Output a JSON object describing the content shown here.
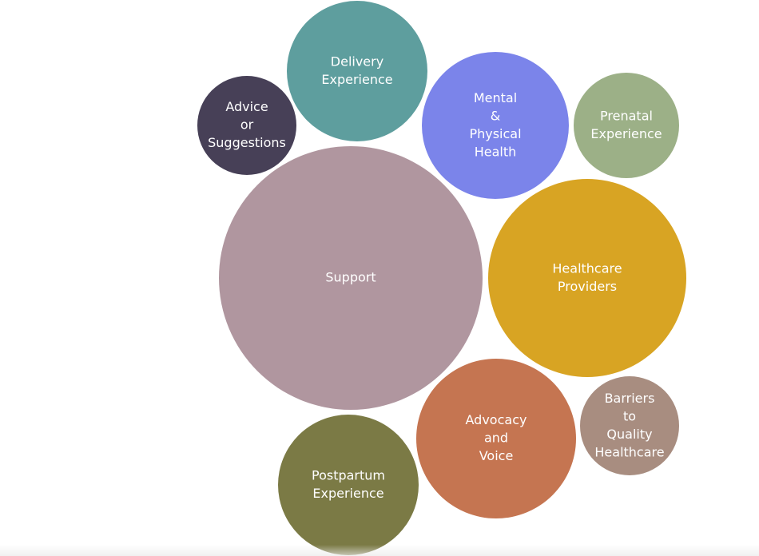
{
  "chart_data": {
    "type": "bubble",
    "title": "",
    "bubbles": [
      {
        "label": "Support",
        "lines": [
          "Support"
        ],
        "color": "#b0969f"
      },
      {
        "label": "Healthcare Providers",
        "lines": [
          "Healthcare",
          "Providers"
        ],
        "color": "#d8a423"
      },
      {
        "label": "Advocacy and Voice",
        "lines": [
          "Advocacy",
          "and",
          "Voice"
        ],
        "color": "#c57551"
      },
      {
        "label": "Delivery Experience",
        "lines": [
          "Delivery",
          "Experience"
        ],
        "color": "#5e9e9e"
      },
      {
        "label": "Mental & Physical Health",
        "lines": [
          "Mental",
          "&",
          "Physical",
          "Health"
        ],
        "color": "#7b84ea"
      },
      {
        "label": "Postpartum Experience",
        "lines": [
          "Postpartum",
          "Experience"
        ],
        "color": "#7b7a45"
      },
      {
        "label": "Prenatal Experience",
        "lines": [
          "Prenatal",
          "Experience"
        ],
        "color": "#9cb087"
      },
      {
        "label": "Barriers to Quality Healthcare",
        "lines": [
          "Barriers",
          "to",
          "Quality",
          "Healthcare"
        ],
        "color": "#a88d80"
      },
      {
        "label": "Advice or Suggestions",
        "lines": [
          "Advice",
          "or",
          "Suggestions"
        ],
        "color": "#474057"
      }
    ]
  }
}
